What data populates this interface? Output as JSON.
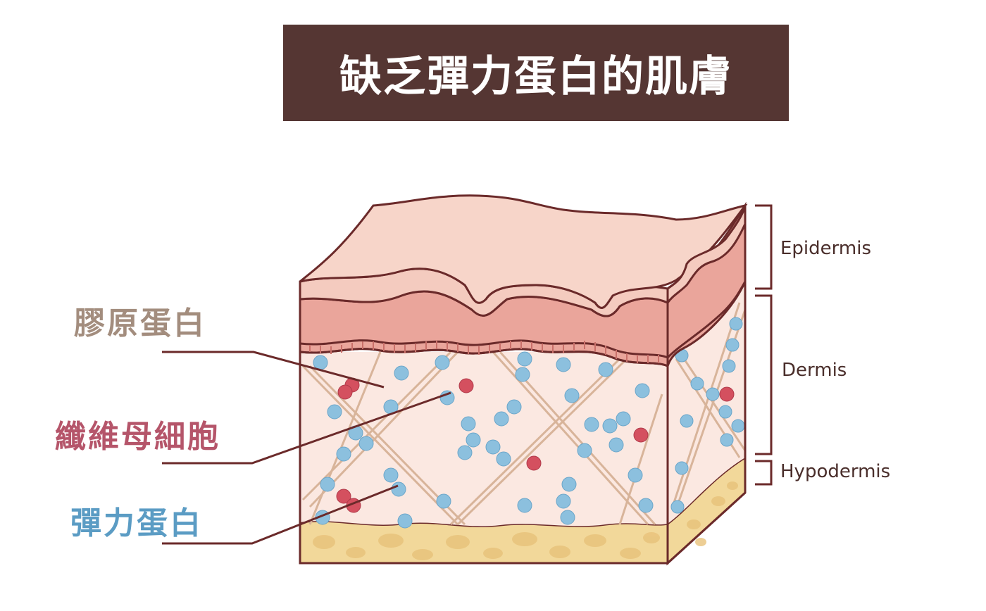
{
  "title": "缺乏彈力蛋白的肌膚",
  "labels": {
    "collagen": "膠原蛋白",
    "fibroblast": "纖維母細胞",
    "elastin": "彈力蛋白"
  },
  "layers": {
    "epidermis": "Epidermis",
    "dermis": "Dermis",
    "hypodermis": "Hypodermis"
  },
  "colors": {
    "title_bg": "#553633",
    "collagen_label": "#a38d7e",
    "fibroblast_label": "#b5556a",
    "elastin_label": "#5b9cc4",
    "outline": "#6b2a2a"
  }
}
